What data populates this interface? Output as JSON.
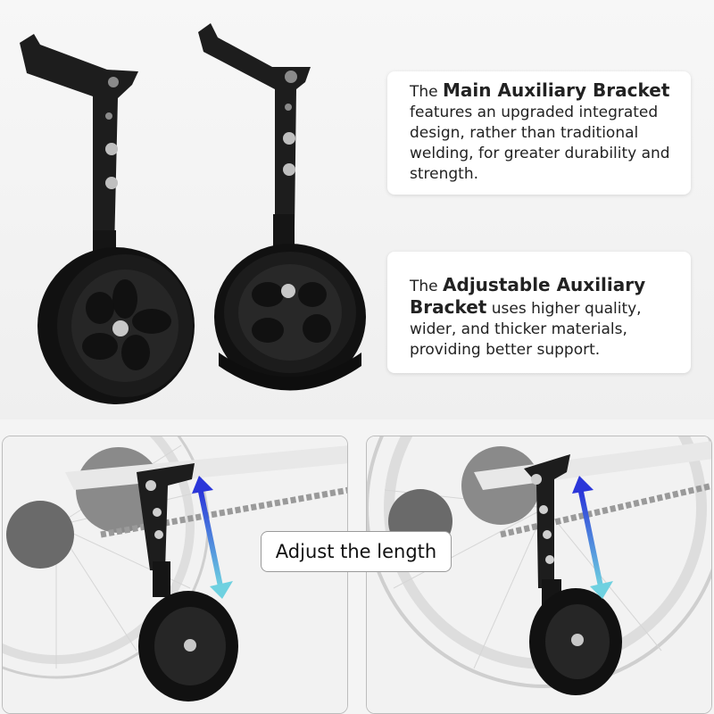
{
  "callouts": {
    "main": {
      "prefix": "The",
      "highlight": "Main Auxiliary Bracket",
      "body": "features an upgraded integrated design, rather than traditional welding, for greater durability and strength."
    },
    "adjustable": {
      "prefix": "The",
      "highlight": "Adjustable Auxiliary Bracket",
      "body": "uses higher quality, wider, and thicker materials, providing better support."
    }
  },
  "adjust_label": "Adjust the length",
  "colors": {
    "bracket": "#1d1d1d",
    "wheel": "#141414",
    "arrow_top": "#2b36d9",
    "arrow_bottom": "#6fd1e0",
    "card_bg": "#ffffff"
  }
}
